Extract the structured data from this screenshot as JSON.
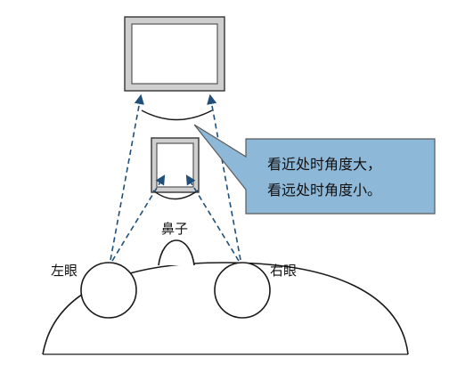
{
  "callout": {
    "line1": "看近处时角度大，",
    "line2": "看远处时角度小。"
  },
  "labels": {
    "nose": "鼻子",
    "left_eye": "左眼",
    "right_eye": "右眼"
  },
  "colors": {
    "line": "#1a1a1a",
    "frame_fill": "#cfcfcf",
    "sight_line": "#1f4f7a",
    "callout_fill": "#8db8d8",
    "callout_stroke": "#5a5a5a"
  }
}
